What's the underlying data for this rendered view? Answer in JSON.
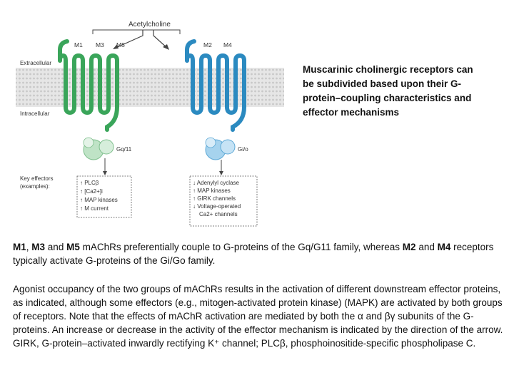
{
  "diagram": {
    "ligand_label": "Acetylcholine",
    "group1_receptors": [
      "M1",
      "M3",
      "M5"
    ],
    "group2_receptors": [
      "M2",
      "M4"
    ],
    "extracellular_label": "Extracellular",
    "intracellular_label": "Intracellular",
    "group1_gprotein": "Gq/11",
    "group2_gprotein": "Gi/o",
    "key_effectors_label": [
      "Key effectors",
      "(examples):"
    ],
    "group1_effectors": [
      "↑ PLCβ",
      "↑ [Ca2+]i",
      "↑ MAP kinases",
      "↑ M current"
    ],
    "group2_effectors": [
      "↓ Adenylyl cyclase",
      "↑ MAP kinases",
      "↑ GIRK channels",
      "↓ Voltage-operated",
      "Ca2+ channels"
    ],
    "colors": {
      "group1": "#3aa55a",
      "group2": "#2b8ac0",
      "membrane": "#d8d8d8",
      "gprotein_light": "#bfe3c6",
      "gprotein_blue_light": "#a6d3ee"
    }
  },
  "side_caption": "Muscarinic cholinergic receptors can be subdivided based upon their G-protein–coupling characteristics and effector mechanisms",
  "summary": {
    "r1": "M1",
    "sep1": ", ",
    "r2": "M3",
    "sep2": " and ",
    "r3": "M5",
    "text1": " mAChRs preferentially couple to G-proteins of the Gq/G11 family, whereas ",
    "r4": "M2",
    "sep3": " and ",
    "r5": "M4",
    "text2": " receptors typically activate G-proteins of the Gi/Go family."
  },
  "detail": {
    "text": "Agonist occupancy of the two groups of mAChRs results in the activation of different downstream effector proteins, as indicated, although some effectors (e.g., mitogen-activated protein kinase) (MAPK) are activated by both groups of receptors. Note that the effects of mAChR activation are mediated by both the α and βγ subunits of the G-proteins. An increase or decrease in the activity of the effector mechanism is indicated by the direction of the arrow. GIRK, G-protein–activated inwardly rectifying K⁺ channel; PLCβ, phosphoinositide-specific phospholipase C."
  }
}
